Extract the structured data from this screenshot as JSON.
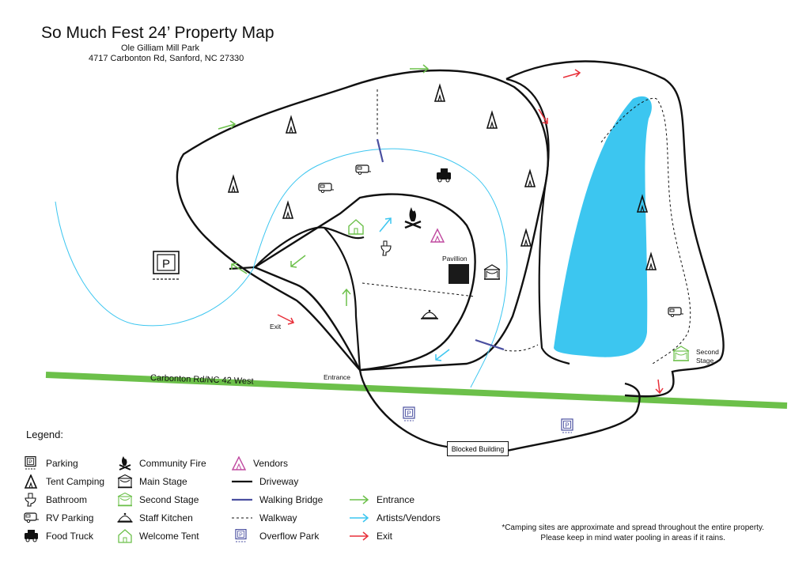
{
  "header": {
    "title": "So Much Fest 24’ Property Map",
    "venue": "Ole Gilliam Mill Park",
    "address": "4717 Carbonton Rd, Sanford, NC 27330"
  },
  "map": {
    "road_label": "Carbonton Rd/NC 42 West",
    "labels": {
      "pavillion": "Pavillion",
      "exit": "Exit",
      "entrance": "Entrance",
      "second_stage": "Second Stage",
      "blocked_building": "Blocked Building"
    },
    "colors": {
      "road": "#6cc04a",
      "lake": "#3cc6f0",
      "walkway": "#3cc6f0",
      "bridge": "#4a4fa0",
      "entrance_arrow": "#6cc04a",
      "artist_arrow": "#3cc6f0",
      "exit_arrow": "#e8303a",
      "vendor": "#c04aa0",
      "second_stage": "#6cc04a"
    }
  },
  "legend": {
    "title": "Legend:",
    "col1": [
      {
        "icon": "parking-icon",
        "label": "Parking"
      },
      {
        "icon": "tent-icon",
        "label": "Tent Camping"
      },
      {
        "icon": "toilet-icon",
        "label": "Bathroom"
      },
      {
        "icon": "rv-icon",
        "label": "RV Parking"
      },
      {
        "icon": "food-truck-icon",
        "label": "Food Truck"
      }
    ],
    "col2": [
      {
        "icon": "campfire-icon",
        "label": "Community Fire"
      },
      {
        "icon": "stage-icon",
        "label": "Main Stage"
      },
      {
        "icon": "stage-green-icon",
        "label": "Second Stage"
      },
      {
        "icon": "cloche-icon",
        "label": "Staff Kitchen"
      },
      {
        "icon": "house-icon",
        "label": "Welcome Tent"
      }
    ],
    "col3": [
      {
        "icon": "vendor-tent-icon",
        "label": "Vendors"
      },
      {
        "icon": "driveway-line-icon",
        "label": "Driveway"
      },
      {
        "icon": "bridge-line-icon",
        "label": "Walking Bridge"
      },
      {
        "icon": "walkway-line-icon",
        "label": "Walkway"
      },
      {
        "icon": "overflow-parking-icon",
        "label": "Overflow Park"
      }
    ],
    "col4": [
      {
        "icon": "green-arrow-icon",
        "label": "Entrance"
      },
      {
        "icon": "blue-arrow-icon",
        "label": "Artists/Vendors"
      },
      {
        "icon": "red-arrow-icon",
        "label": "Exit"
      }
    ]
  },
  "note": {
    "line1": "*Camping sites are approximate and spread throughout the entire property.",
    "line2": "Please keep in mind water pooling in areas if it rains."
  }
}
